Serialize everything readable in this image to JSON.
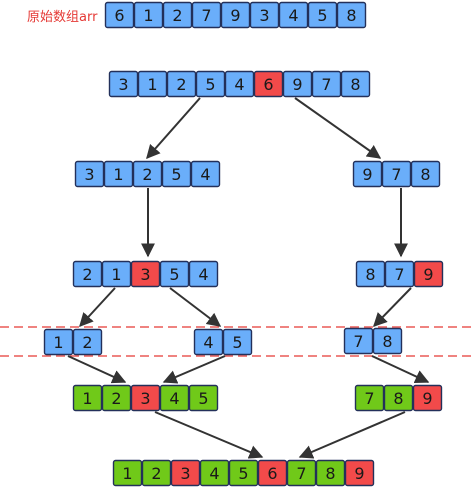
{
  "caption": "原始数组arr",
  "colors": {
    "blue_fill": "#6aaefa",
    "red_fill": "#f24a4a",
    "green_fill": "#70c919",
    "cell_stroke": "#23305a",
    "arrow": "#333333",
    "divider": "#e53935"
  },
  "rows": [
    {
      "id": "original-array",
      "cells": [
        {
          "v": "6",
          "c": "blue"
        },
        {
          "v": "1",
          "c": "blue"
        },
        {
          "v": "2",
          "c": "blue"
        },
        {
          "v": "7",
          "c": "blue"
        },
        {
          "v": "9",
          "c": "blue"
        },
        {
          "v": "3",
          "c": "blue"
        },
        {
          "v": "4",
          "c": "blue"
        },
        {
          "v": "5",
          "c": "blue"
        },
        {
          "v": "8",
          "c": "blue"
        }
      ]
    },
    {
      "id": "partitioned-array",
      "cells": [
        {
          "v": "3",
          "c": "blue"
        },
        {
          "v": "1",
          "c": "blue"
        },
        {
          "v": "2",
          "c": "blue"
        },
        {
          "v": "5",
          "c": "blue"
        },
        {
          "v": "4",
          "c": "blue"
        },
        {
          "v": "6",
          "c": "red"
        },
        {
          "v": "9",
          "c": "blue"
        },
        {
          "v": "7",
          "c": "blue"
        },
        {
          "v": "8",
          "c": "blue"
        }
      ]
    },
    {
      "id": "left-subarray",
      "cells": [
        {
          "v": "3",
          "c": "blue"
        },
        {
          "v": "1",
          "c": "blue"
        },
        {
          "v": "2",
          "c": "blue"
        },
        {
          "v": "5",
          "c": "blue"
        },
        {
          "v": "4",
          "c": "blue"
        }
      ]
    },
    {
      "id": "right-subarray",
      "cells": [
        {
          "v": "9",
          "c": "blue"
        },
        {
          "v": "7",
          "c": "blue"
        },
        {
          "v": "8",
          "c": "blue"
        }
      ]
    },
    {
      "id": "left-partitioned",
      "cells": [
        {
          "v": "2",
          "c": "blue"
        },
        {
          "v": "1",
          "c": "blue"
        },
        {
          "v": "3",
          "c": "red"
        },
        {
          "v": "5",
          "c": "blue"
        },
        {
          "v": "4",
          "c": "blue"
        }
      ]
    },
    {
      "id": "right-partitioned",
      "cells": [
        {
          "v": "8",
          "c": "blue"
        },
        {
          "v": "7",
          "c": "blue"
        },
        {
          "v": "9",
          "c": "red"
        }
      ]
    },
    {
      "id": "left-left-pair",
      "cells": [
        {
          "v": "1",
          "c": "blue"
        },
        {
          "v": "2",
          "c": "blue"
        }
      ]
    },
    {
      "id": "left-right-pair",
      "cells": [
        {
          "v": "4",
          "c": "blue"
        },
        {
          "v": "5",
          "c": "blue"
        }
      ]
    },
    {
      "id": "right-left-pair",
      "cells": [
        {
          "v": "7",
          "c": "blue"
        },
        {
          "v": "8",
          "c": "blue"
        }
      ]
    },
    {
      "id": "left-sorted",
      "cells": [
        {
          "v": "1",
          "c": "green"
        },
        {
          "v": "2",
          "c": "green"
        },
        {
          "v": "3",
          "c": "red"
        },
        {
          "v": "4",
          "c": "green"
        },
        {
          "v": "5",
          "c": "green"
        }
      ]
    },
    {
      "id": "right-sorted",
      "cells": [
        {
          "v": "7",
          "c": "green"
        },
        {
          "v": "8",
          "c": "green"
        },
        {
          "v": "9",
          "c": "red"
        }
      ]
    },
    {
      "id": "sorted-array",
      "cells": [
        {
          "v": "1",
          "c": "green"
        },
        {
          "v": "2",
          "c": "green"
        },
        {
          "v": "3",
          "c": "red"
        },
        {
          "v": "4",
          "c": "green"
        },
        {
          "v": "5",
          "c": "green"
        },
        {
          "v": "6",
          "c": "red"
        },
        {
          "v": "7",
          "c": "green"
        },
        {
          "v": "8",
          "c": "green"
        },
        {
          "v": "9",
          "c": "red"
        }
      ]
    }
  ]
}
